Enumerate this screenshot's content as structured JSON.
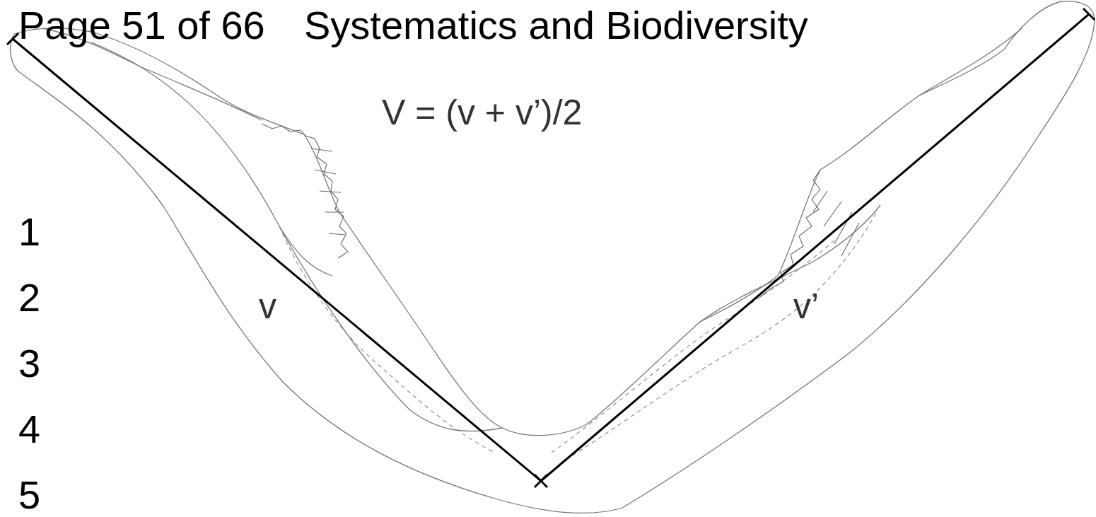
{
  "diagram": {
    "labels": [
      "Page 51 of 66",
      "Systematics and Biodiversity",
      "V = (v + v’)/2",
      "1",
      "2",
      "3",
      "4",
      "5",
      "v",
      "v’"
    ]
  }
}
